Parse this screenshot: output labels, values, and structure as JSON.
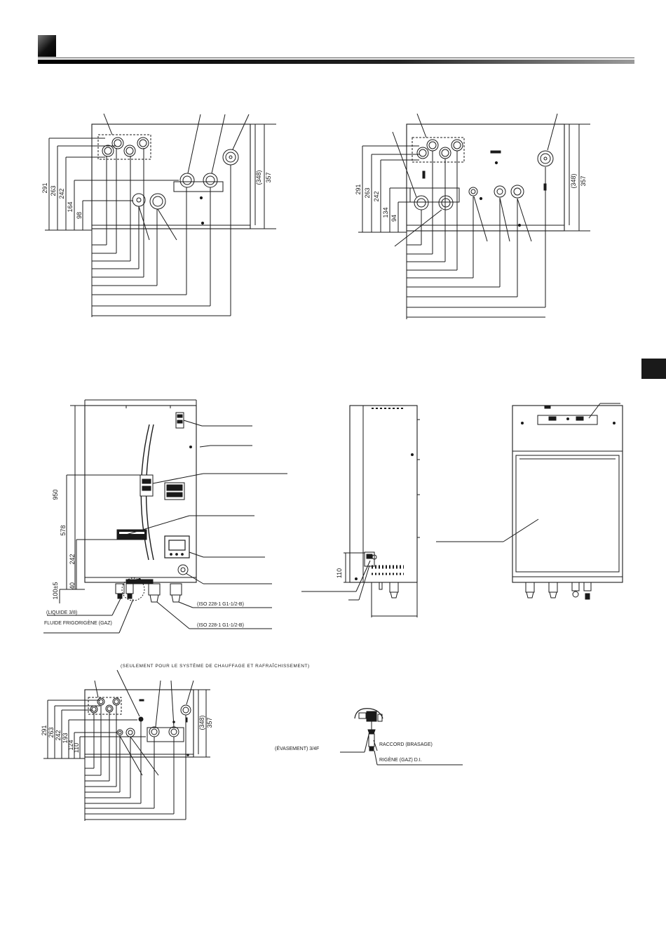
{
  "header": {
    "left_square_color": "#1a1a1a",
    "side_tab_color": "#1a1a1a"
  },
  "top_left_view": {
    "dims": {
      "d291": "291",
      "d263": "263",
      "d242": "242",
      "d164": "164",
      "d98": "98",
      "d348": "(348)",
      "d357": "357"
    }
  },
  "top_right_view": {
    "dims": {
      "d263": "263",
      "d291": "291",
      "d242": "242",
      "d134": "134",
      "d94": "94",
      "d348": "(348)",
      "d357": "357"
    }
  },
  "front_view": {
    "dims": {
      "d950": "950",
      "d578": "578",
      "d242": "242",
      "d40": "40",
      "d100": "100±5"
    },
    "labels": {
      "iso_1": "(ISO 228-1 G1-1/2-B)",
      "iso_2": "(ISO 228-1 G1-1/2-B)",
      "liquide": "(LIQUIDE 3/8)",
      "gaz": "FLUIDE FRIGORIGÈNE (GAZ)"
    }
  },
  "side_view": {
    "dims": {
      "d110": "110"
    }
  },
  "bottom_view": {
    "note": "(SEULEMENT POUR LE SYSTÈME DE CHAUFFAGE ET RAFRAÎCHISSEMENT)",
    "dims": {
      "d291": "291",
      "d263": "263",
      "d242": "242",
      "d193": "193",
      "d124": "124",
      "d110": "110",
      "d348": "(348)",
      "d357": "357"
    }
  },
  "fitting_detail": {
    "evasement": "(ÉVASEMENT) 3/4F",
    "raccord": "RACCORD (BRASAGE)",
    "rigene": "RIGÈNE (GAZ) D.I."
  }
}
